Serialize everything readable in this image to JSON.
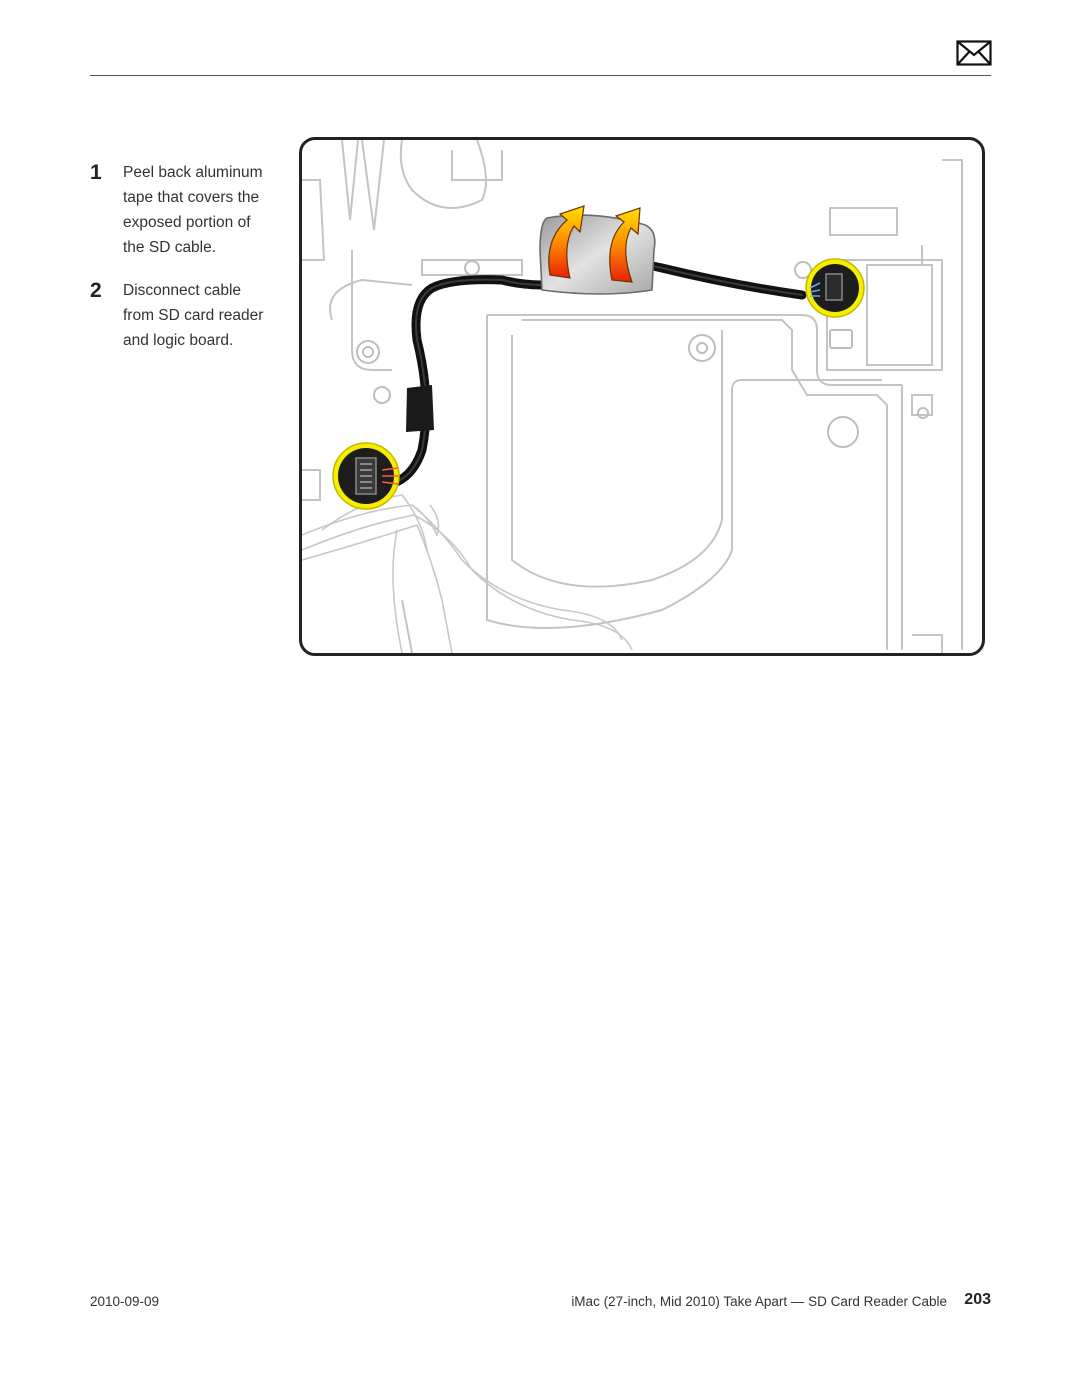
{
  "header": {
    "mail_icon": "envelope-icon"
  },
  "steps": [
    {
      "number": "1",
      "text": "Peel back aluminum tape that covers the exposed portion of the SD cable."
    },
    {
      "number": "2",
      "text": "Disconnect cable from SD card reader and logic board."
    }
  ],
  "figure": {
    "arrow_color_top": "#ffe000",
    "arrow_color_bottom": "#e8200a",
    "highlight_color": "#f5ee00",
    "cable_color": "#111111"
  },
  "footer": {
    "date": "2010-09-09",
    "title": "iMac (27-inch, Mid 2010) Take Apart — SD Card Reader Cable",
    "page_number": "203"
  }
}
